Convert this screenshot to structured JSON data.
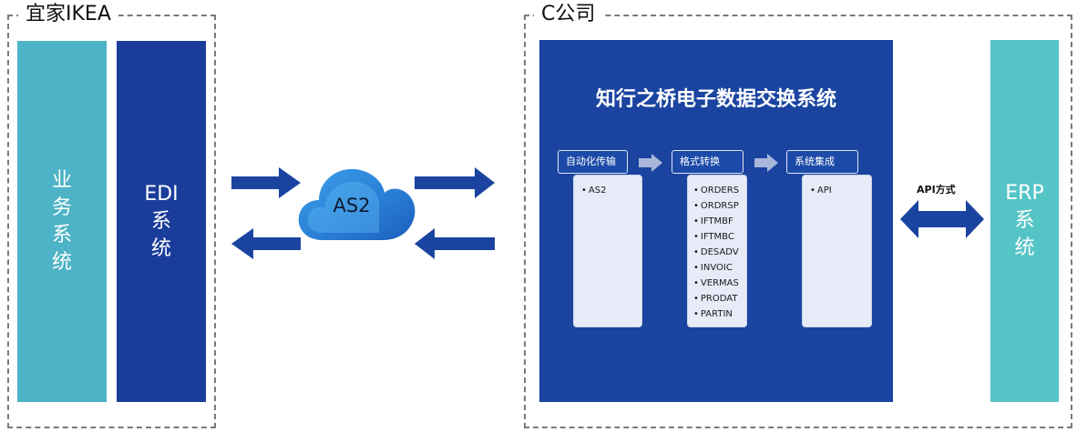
{
  "left_group": {
    "title": "宜家IKEA",
    "business_system": [
      "业",
      "务",
      "系",
      "统"
    ],
    "edi_system": [
      "EDI",
      "系",
      "统"
    ]
  },
  "cloud": {
    "label": "AS2"
  },
  "right_group": {
    "title": "C公司",
    "panel_title": "知行之桥电子数据交换系统",
    "stages": [
      {
        "title": "自动化传输",
        "items": [
          "AS2"
        ]
      },
      {
        "title": "格式转换",
        "items": [
          "ORDERS",
          "ORDRSP",
          "IFTMBF",
          "IFTMBC",
          "DESADV",
          "INVOIC",
          "VERMAS",
          "PRODAT",
          "PARTIN"
        ]
      },
      {
        "title": "系统集成",
        "items": [
          "API"
        ]
      }
    ],
    "api_label": "API方式",
    "erp_system": [
      "ERP",
      "系",
      "统"
    ]
  },
  "colors": {
    "teal_bar": "#4db3c6",
    "navy_bar": "#1a3d9a",
    "panel": "#1a44a0",
    "erp_bar": "#55c4c6",
    "arrow": "#1a44a0"
  }
}
